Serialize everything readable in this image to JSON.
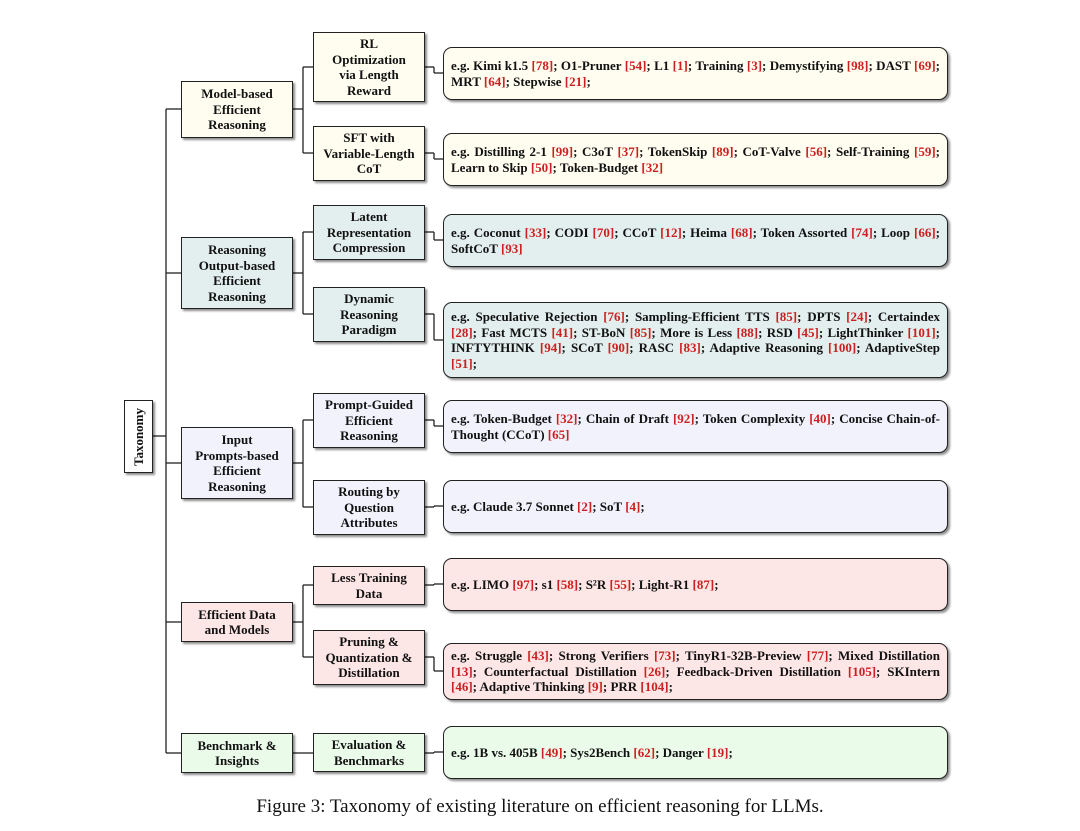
{
  "root": "Taxonomy",
  "colors": {
    "yellow": "#fefdf0",
    "teal": "#e3efee",
    "blue": "#f2f2fd",
    "pink": "#fde6e6",
    "green": "#ebfbea",
    "reference": "#cc1f1f"
  },
  "categories": [
    {
      "label": "Model-based\nEfficient\nReasoning",
      "subs": [
        {
          "label": "RL\nOptimization\nvia Length\nReward",
          "examples": [
            {
              "t": "e.g. Kimi k1.5 "
            },
            {
              "r": "[78]"
            },
            {
              "t": "; O1-Pruner "
            },
            {
              "r": "[54]"
            },
            {
              "t": "; L1 "
            },
            {
              "r": "[1]"
            },
            {
              "t": "; Training "
            },
            {
              "r": "[3]"
            },
            {
              "t": "; Demystifying "
            },
            {
              "r": "[98]"
            },
            {
              "t": "; DAST "
            },
            {
              "r": "[69]"
            },
            {
              "t": "; MRT "
            },
            {
              "r": "[64]"
            },
            {
              "t": "; Stepwise "
            },
            {
              "r": "[21]"
            },
            {
              "t": ";"
            }
          ]
        },
        {
          "label": "SFT with\nVariable-Length\nCoT",
          "examples": [
            {
              "t": "e.g. Distilling 2-1 "
            },
            {
              "r": "[99]"
            },
            {
              "t": "; C3oT "
            },
            {
              "r": "[37]"
            },
            {
              "t": "; TokenSkip "
            },
            {
              "r": "[89]"
            },
            {
              "t": "; CoT-Valve "
            },
            {
              "r": "[56]"
            },
            {
              "t": "; Self-Training "
            },
            {
              "r": "[59]"
            },
            {
              "t": "; Learn to Skip "
            },
            {
              "r": "[50]"
            },
            {
              "t": "; Token-Budget "
            },
            {
              "r": "[32]"
            }
          ]
        }
      ]
    },
    {
      "label": "Reasoning\nOutput-based\nEfficient\nReasoning",
      "subs": [
        {
          "label": "Latent\nRepresentation\nCompression",
          "examples": [
            {
              "t": "e.g. Coconut "
            },
            {
              "r": "[33]"
            },
            {
              "t": "; CODI "
            },
            {
              "r": "[70]"
            },
            {
              "t": "; CCoT "
            },
            {
              "r": "[12]"
            },
            {
              "t": "; Heima "
            },
            {
              "r": "[68]"
            },
            {
              "t": "; Token Assorted "
            },
            {
              "r": "[74]"
            },
            {
              "t": "; Loop "
            },
            {
              "r": "[66]"
            },
            {
              "t": "; SoftCoT "
            },
            {
              "r": "[93]"
            }
          ]
        },
        {
          "label": "Dynamic\nReasoning\nParadigm",
          "examples": [
            {
              "t": "e.g. Speculative Rejection "
            },
            {
              "r": "[76]"
            },
            {
              "t": "; Sampling-Efficient TTS "
            },
            {
              "r": "[85]"
            },
            {
              "t": "; DPTS "
            },
            {
              "r": "[24]"
            },
            {
              "t": "; Certaindex "
            },
            {
              "r": "[28]"
            },
            {
              "t": "; Fast MCTS "
            },
            {
              "r": "[41]"
            },
            {
              "t": "; ST-BoN "
            },
            {
              "r": "[85]"
            },
            {
              "t": "; More is Less "
            },
            {
              "r": "[88]"
            },
            {
              "t": "; RSD "
            },
            {
              "r": "[45]"
            },
            {
              "t": "; LightThinker "
            },
            {
              "r": "[101]"
            },
            {
              "t": "; INFTYTHINK "
            },
            {
              "r": "[94]"
            },
            {
              "t": "; SCoT "
            },
            {
              "r": "[90]"
            },
            {
              "t": "; RASC "
            },
            {
              "r": "[83]"
            },
            {
              "t": "; Adaptive Reasoning "
            },
            {
              "r": "[100]"
            },
            {
              "t": "; AdaptiveStep "
            },
            {
              "r": "[51]"
            },
            {
              "t": ";"
            }
          ]
        }
      ]
    },
    {
      "label": "Input\nPrompts-based\nEfficient\nReasoning",
      "subs": [
        {
          "label": "Prompt-Guided\nEfficient\nReasoning",
          "examples": [
            {
              "t": "e.g. Token-Budget "
            },
            {
              "r": "[32]"
            },
            {
              "t": "; Chain of Draft "
            },
            {
              "r": "[92]"
            },
            {
              "t": "; Token Complexity "
            },
            {
              "r": "[40]"
            },
            {
              "t": "; Concise Chain-of-Thought (CCoT) "
            },
            {
              "r": "[65]"
            }
          ]
        },
        {
          "label": "Routing by\nQuestion\nAttributes",
          "examples": [
            {
              "t": "e.g. Claude 3.7 Sonnet "
            },
            {
              "r": "[2]"
            },
            {
              "t": "; SoT "
            },
            {
              "r": "[4]"
            },
            {
              "t": ";"
            }
          ]
        }
      ]
    },
    {
      "label": "Efficient Data\nand Models",
      "subs": [
        {
          "label": "Less Training\nData",
          "examples": [
            {
              "t": "e.g. LIMO "
            },
            {
              "r": "[97]"
            },
            {
              "t": "; s1 "
            },
            {
              "r": "[58]"
            },
            {
              "t": "; S²R "
            },
            {
              "r": "[55]"
            },
            {
              "t": "; Light-R1 "
            },
            {
              "r": "[87]"
            },
            {
              "t": ";"
            }
          ]
        },
        {
          "label": "Pruning &\nQuantization &\nDistillation",
          "examples": [
            {
              "t": "e.g. Struggle "
            },
            {
              "r": "[43]"
            },
            {
              "t": "; Strong Verifiers "
            },
            {
              "r": "[73]"
            },
            {
              "t": "; TinyR1-32B-Preview "
            },
            {
              "r": "[77]"
            },
            {
              "t": "; Mixed Distillation "
            },
            {
              "r": "[13]"
            },
            {
              "t": "; Counterfactual Distillation "
            },
            {
              "r": "[26]"
            },
            {
              "t": "; Feedback-Driven Distillation "
            },
            {
              "r": "[105]"
            },
            {
              "t": "; SKIntern "
            },
            {
              "r": "[46]"
            },
            {
              "t": "; Adaptive Thinking "
            },
            {
              "r": "[9]"
            },
            {
              "t": "; PRR "
            },
            {
              "r": "[104]"
            },
            {
              "t": ";"
            }
          ]
        }
      ]
    },
    {
      "label": "Benchmark &\nInsights",
      "subs": [
        {
          "label": "Evaluation &\nBenchmarks",
          "examples": [
            {
              "t": "e.g. 1B vs. 405B "
            },
            {
              "r": "[49]"
            },
            {
              "t": "; Sys2Bench "
            },
            {
              "r": "[62]"
            },
            {
              "t": "; Danger "
            },
            {
              "r": "[19]"
            },
            {
              "t": ";"
            }
          ]
        }
      ]
    }
  ],
  "caption": "Figure 3:  Taxonomy of existing literature on efficient reasoning for LLMs."
}
